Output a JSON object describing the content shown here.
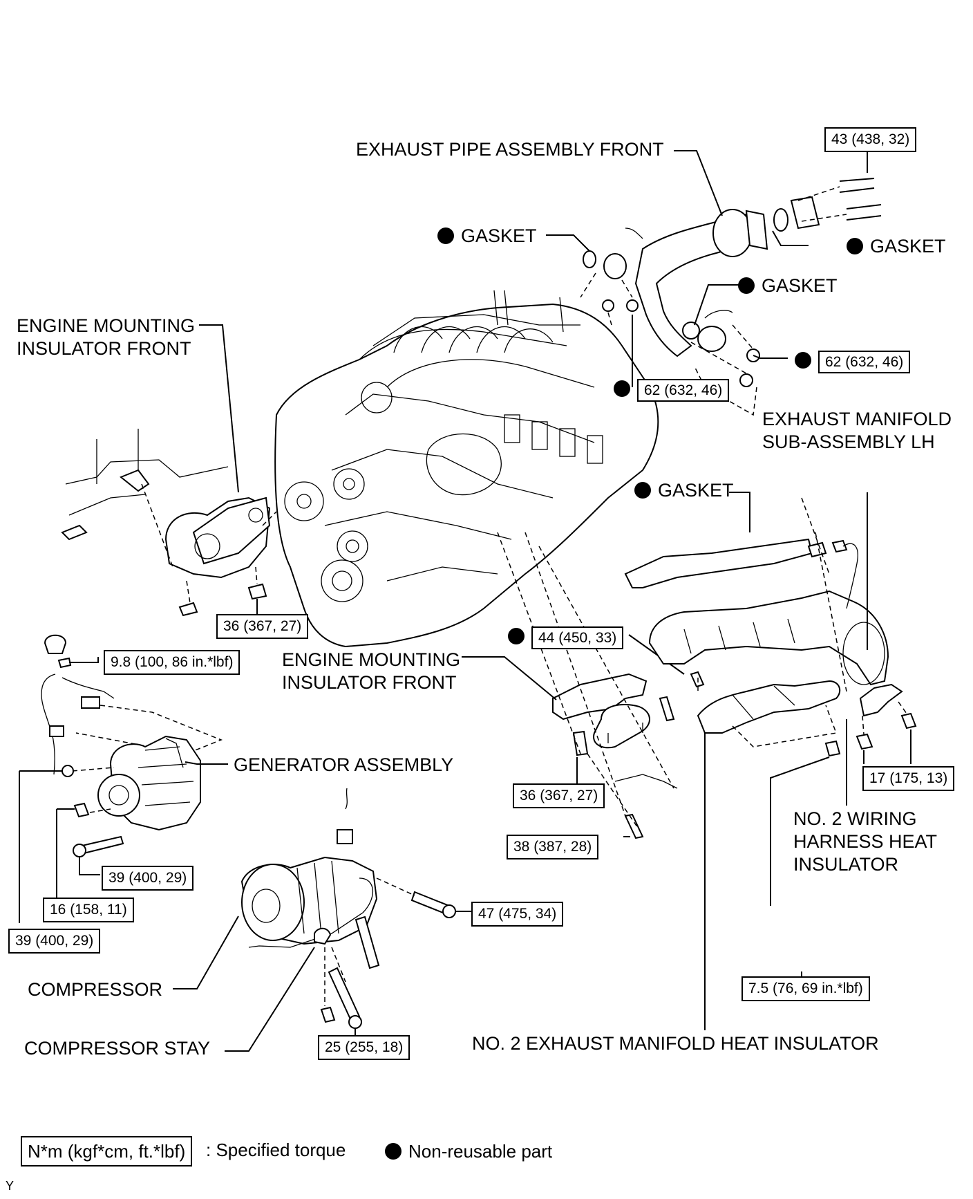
{
  "labels": {
    "exhaust_pipe_front": "EXHAUST PIPE ASSEMBLY FRONT",
    "gasket_top_left": "GASKET",
    "gasket_top_right": "GASKET",
    "gasket_mid": "GASKET",
    "gasket_manifold": "GASKET",
    "engine_mount_front_left_line1": "ENGINE MOUNTING",
    "engine_mount_front_left_line2": "INSULATOR FRONT",
    "engine_mount_front_right_line1": "ENGINE MOUNTING",
    "engine_mount_front_right_line2": "INSULATOR FRONT",
    "exhaust_manifold_line1": "EXHAUST MANIFOLD",
    "exhaust_manifold_line2": "SUB-ASSEMBLY LH",
    "generator": "GENERATOR ASSEMBLY",
    "compressor": "COMPRESSOR",
    "compressor_stay": "COMPRESSOR STAY",
    "wiring_insulator_line1": "NO. 2 WIRING",
    "wiring_insulator_line2": "HARNESS HEAT",
    "wiring_insulator_line3": "INSULATOR",
    "manifold_heat_insulator": "NO. 2 EXHAUST MANIFOLD HEAT INSULATOR"
  },
  "torques": {
    "t_top": "43 (438, 32)",
    "t_manifold_nut_right": "62 (632, 46)",
    "t_manifold_nut_left": "62 (632, 46)",
    "t_mount_left": "36 (367, 27)",
    "t_mount_44": "44 (450, 33)",
    "t_wire": "9.8 (100, 86 in.*lbf)",
    "t_mount_right": "36 (367, 27)",
    "t_38": "38 (387, 28)",
    "t_17": "17 (175, 13)",
    "t_gen_39_a": "39 (400, 29)",
    "t_gen_16": "16 (158, 11)",
    "t_gen_39_b": "39 (400, 29)",
    "t_comp_47": "47 (475, 34)",
    "t_insul_75": "7.5 (76, 69 in.*lbf)",
    "t_stay_25": "25 (255, 18)"
  },
  "legend": {
    "torque_unit": "N*m (kgf*cm, ft.*lbf)",
    "torque_desc": ": Specified torque",
    "non_reusable": "Non-reusable part"
  },
  "figure_code": "Y"
}
